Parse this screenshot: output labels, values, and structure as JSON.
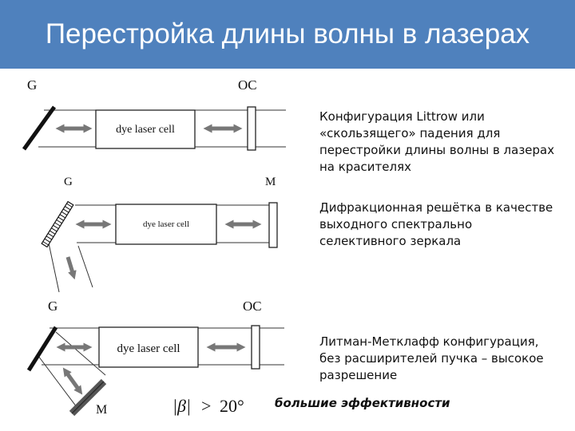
{
  "header": {
    "title": "Перестройка длины волны в лазерах",
    "background_color": "#4f81bd",
    "text_color": "#ffffff"
  },
  "configurations": [
    {
      "labels": {
        "grating": "G",
        "mirror": "OC",
        "cell": "dye laser cell"
      },
      "caption": "Конфигурация Littrow или «скользящего» падения для перестройки длины волны в лазерах на красителях"
    },
    {
      "labels": {
        "grating": "G",
        "mirror": "M",
        "cell": "dye laser cell"
      },
      "caption": "Дифракционная решётка в качестве выходного спектрально селективного зеркала"
    },
    {
      "labels": {
        "grating": "G",
        "output_coupler": "OC",
        "mirror": "M",
        "cell": "dye laser cell"
      },
      "caption": "Литман-Метклафф конфигурация, без расширителей пучка – высокое разрешение"
    }
  ],
  "formula": {
    "lhs": "|β|",
    "op": ">",
    "rhs": "20°"
  },
  "footnote": "большие эффективности",
  "colors": {
    "arrow": "#777777",
    "element": "#111111",
    "beam_line": "#333333"
  }
}
